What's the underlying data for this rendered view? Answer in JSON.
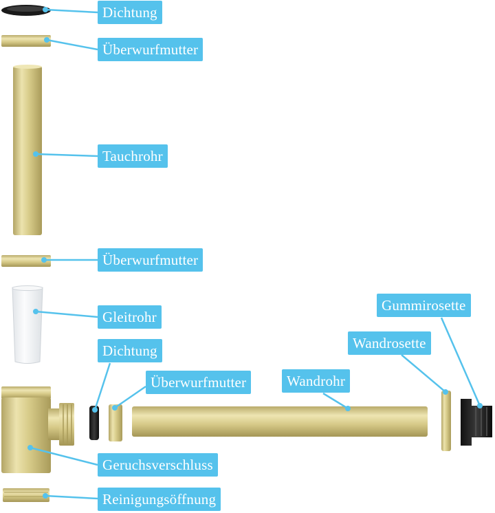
{
  "labels": {
    "dichtung_top": "Dichtung",
    "nut_top": "Überwurfmutter",
    "tauchrohr": "Tauchrohr",
    "nut_mid": "Überwurfmutter",
    "gleitrohr": "Gleitrohr",
    "dichtung_bottom": "Dichtung",
    "nut_side": "Überwurfmutter",
    "wandrohr": "Wandrohr",
    "wandrosette": "Wandrosette",
    "gummirosette": "Gummirosette",
    "geruchsverschluss": "Geruchsverschluss",
    "reinigungsoeffnung": "Reinigungsöffnung"
  },
  "colors": {
    "label_bg": "#55c2ec",
    "label_text": "#ffffff",
    "brass": "#d8cc8a",
    "brass_dark": "#a89a58",
    "rubber": "#1e1e1e",
    "plastic": "#eef0f2"
  }
}
